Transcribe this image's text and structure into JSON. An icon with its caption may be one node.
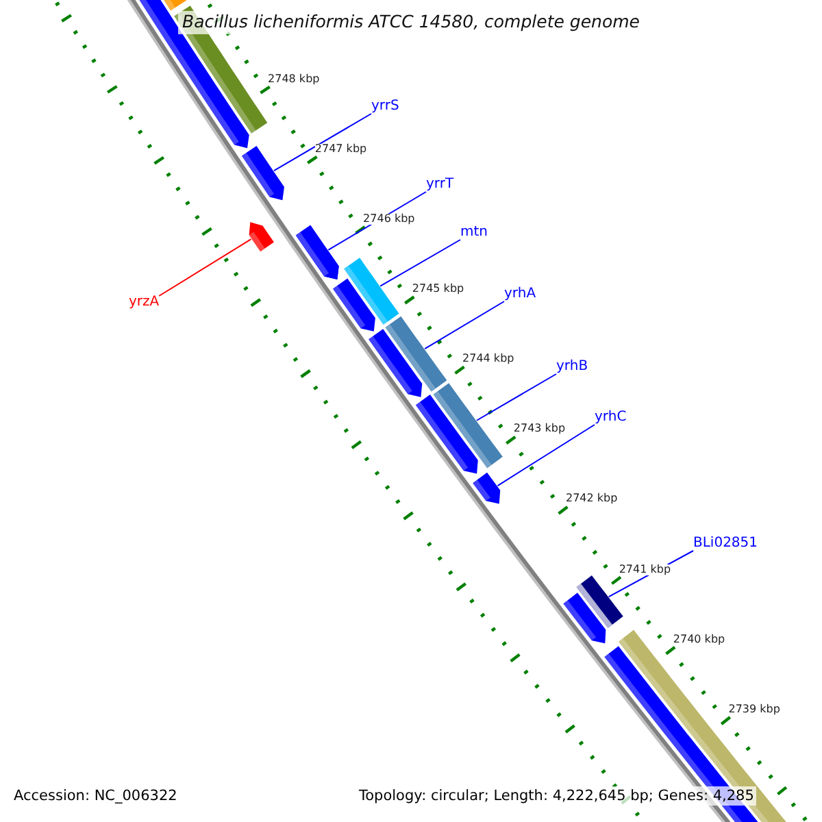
{
  "diagram": {
    "title": "Bacillus licheniformis ATCC 14580, complete genome",
    "nodes": [
      {
        "text": [
          "yrrS"
        ]
      },
      {
        "text": [
          "yrrT"
        ]
      },
      {
        "text": [
          "mtn"
        ]
      },
      {
        "text": [
          "yrhA"
        ]
      },
      {
        "text": [
          "yrzA"
        ]
      },
      {
        "text": [
          "yrhB"
        ]
      },
      {
        "text": [
          "yrhC"
        ]
      },
      {
        "text": [
          "BLi02851"
        ]
      },
      {
        "text": [],
        "shape": "arrow"
      },
      {
        "text": [],
        "shape": "arrow"
      },
      {
        "text": [],
        "shape": "arrow"
      },
      {
        "text": [],
        "shape": "bar"
      },
      {
        "text": [],
        "shape": "bar"
      },
      {
        "text": [],
        "shape": "bar"
      },
      {
        "text": [],
        "shape": "arrow"
      },
      {
        "text": [],
        "shape": "bar"
      }
    ],
    "edges": [
      {
        "from": 0,
        "to": 8,
        "arrow": "none"
      },
      {
        "from": 1,
        "to": 10,
        "arrow": "none"
      },
      {
        "from": 2,
        "to": 11,
        "arrow": "none"
      },
      {
        "from": 3,
        "to": 12,
        "arrow": "none"
      },
      {
        "from": 4,
        "to": 9,
        "arrow": "none",
        "color": "#ff0000"
      },
      {
        "from": 5,
        "to": 13,
        "arrow": "none"
      },
      {
        "from": 6,
        "to": 14,
        "arrow": "none"
      },
      {
        "from": 7,
        "to": 15,
        "arrow": "none"
      }
    ],
    "labels": [
      "2748 kbp",
      "2747 kbp",
      "2746 kbp",
      "2745 kbp",
      "2744 kbp",
      "2743 kbp",
      "2742 kbp",
      "2741 kbp",
      "2740 kbp",
      "2739 kbp",
      "Accession: NC_006322",
      "Topology: circular; Length: 4,222,645 bp; Genes: 4,285"
    ]
  }
}
